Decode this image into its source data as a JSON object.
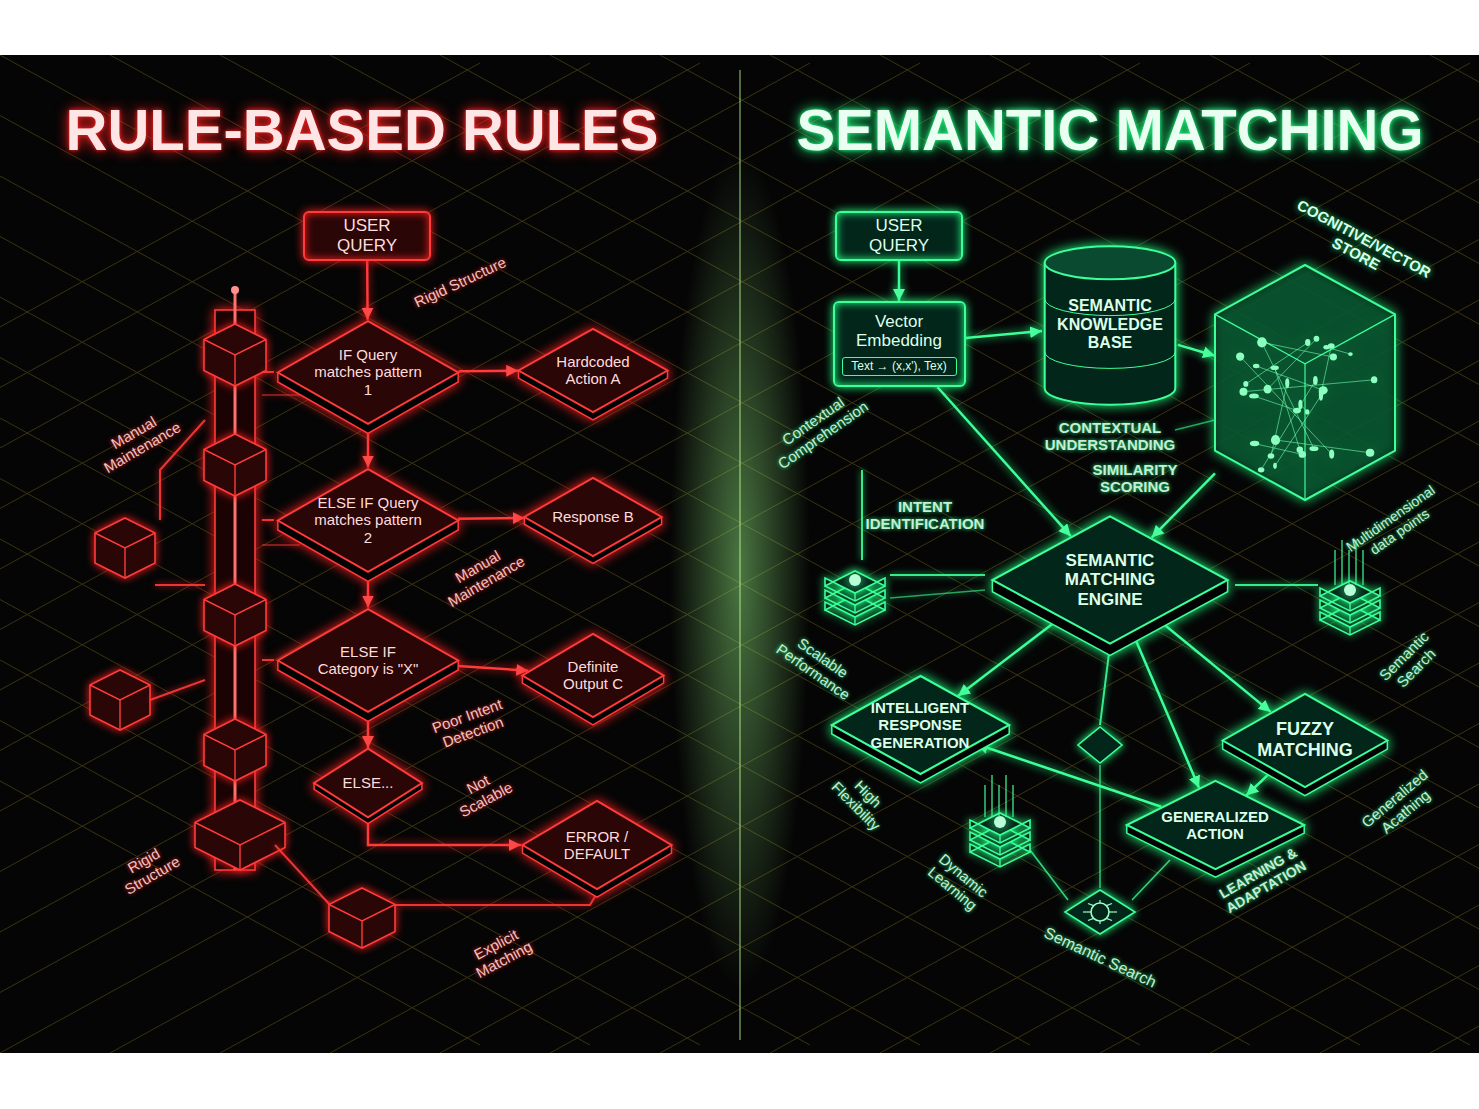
{
  "diagram": {
    "nodes": [
      {
        "text": [
          "USER QUERY"
        ]
      },
      {
        "text": [
          "IF Query matches pattern 1"
        ]
      },
      {
        "text": [
          "Hardcoded Action A"
        ]
      },
      {
        "text": [
          "ELSE IF Query matches pattern 2"
        ]
      },
      {
        "text": [
          "Response B"
        ]
      },
      {
        "text": [
          "ELSE IF Category is \"X\""
        ]
      },
      {
        "text": [
          "Definite Output C"
        ]
      },
      {
        "text": [
          "ELSE..."
        ]
      },
      {
        "text": [
          "ERROR / DEFAULT"
        ]
      },
      {
        "text": [
          "USER QUERY"
        ]
      },
      {
        "text": [
          "Vector Embedding",
          "Text → (x,x'), Tex)"
        ]
      },
      {
        "text": [
          "SEMANTIC KNOWLEDGE BASE"
        ]
      },
      {
        "text": [
          "COGNITIVE/VECTOR STORE"
        ]
      },
      {
        "text": [
          "SEMANTIC MATCHING ENGINE"
        ]
      },
      {
        "text": [
          "INTELLIGENT RESPONSE GENERATION"
        ]
      },
      {
        "text": [
          "FUZZY MATCHING"
        ]
      },
      {
        "text": [
          "GENERALIZED ACTION"
        ]
      }
    ],
    "edges": [
      {
        "from": 0,
        "to": 1,
        "arrow": "to"
      },
      {
        "from": 1,
        "to": 2,
        "arrow": "to"
      },
      {
        "from": 1,
        "to": 3,
        "arrow": "to"
      },
      {
        "from": 3,
        "to": 4,
        "arrow": "to"
      },
      {
        "from": 3,
        "to": 5,
        "arrow": "to"
      },
      {
        "from": 5,
        "to": 6,
        "arrow": "to"
      },
      {
        "from": 5,
        "to": 7,
        "arrow": "to"
      },
      {
        "from": 7,
        "to": 8,
        "arrow": "to"
      },
      {
        "from": 9,
        "to": 10,
        "arrow": "to"
      },
      {
        "from": 10,
        "to": 11,
        "arrow": "to"
      },
      {
        "from": 10,
        "to": 13,
        "arrow": "to"
      },
      {
        "from": 11,
        "to": 12,
        "arrow": "to"
      },
      {
        "from": 12,
        "to": 13,
        "arrow": "to"
      },
      {
        "from": 13,
        "to": 14,
        "arrow": "to"
      },
      {
        "from": 13,
        "to": 15,
        "arrow": "to"
      },
      {
        "from": 13,
        "to": 16,
        "arrow": "to"
      },
      {
        "from": 15,
        "to": 16,
        "arrow": "to"
      },
      {
        "from": 16,
        "to": 14,
        "arrow": "to"
      }
    ],
    "labels": [
      "RULE-BASED RULES",
      "SEMANTIC MATCHING",
      "Rigid Structure",
      "Manual Maintenance",
      "Manual Maintenance",
      "Poor Intent Detection",
      "Not Scalable",
      "Rigid Structure",
      "Explicit Matching",
      "Contextual Comprehension",
      "INTENT IDENTIFICATION",
      "CONTEXTUAL UNDERSTANDING",
      "SIMILARITY SCORING",
      "Multidimensional data points",
      "Scalable Performance",
      "Semantic Search",
      "High Flexibility",
      "Dynamic Learning",
      "Semantic Search",
      "LEARNING & ADAPTATION",
      "Generalized Acathing"
    ]
  }
}
